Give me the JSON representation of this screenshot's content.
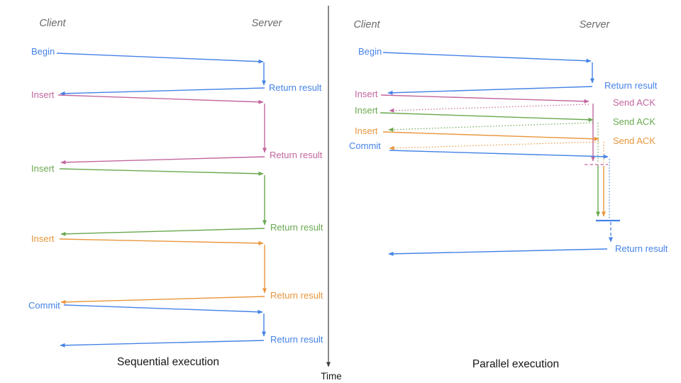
{
  "diagram": {
    "time_axis_label": "Time",
    "colors": {
      "blue": "#4583e6",
      "pink": "#c2669e",
      "green": "#69a84f",
      "orange": "#e8963c",
      "gray": "#6b6b6b",
      "axis": "#3d3d3d"
    },
    "sequential": {
      "caption": "Sequential execution",
      "client_header": "Client",
      "server_header": "Server",
      "operations": [
        {
          "name": "Begin",
          "color": "blue",
          "response": "Return result"
        },
        {
          "name": "Insert",
          "color": "pink",
          "response": "Return result"
        },
        {
          "name": "Insert",
          "color": "green",
          "response": "Return result"
        },
        {
          "name": "Insert",
          "color": "orange",
          "response": "Return result"
        },
        {
          "name": "Commit",
          "color": "blue",
          "response": "Return result"
        }
      ]
    },
    "parallel": {
      "caption": "Parallel execution",
      "client_header": "Client",
      "server_header": "Server",
      "operations": [
        {
          "name": "Begin",
          "color": "blue",
          "response": "Return result"
        },
        {
          "name": "Insert",
          "color": "pink",
          "response": "Send ACK"
        },
        {
          "name": "Insert",
          "color": "green",
          "response": "Send ACK"
        },
        {
          "name": "Insert",
          "color": "orange",
          "response": "Send ACK"
        },
        {
          "name": "Commit",
          "color": "blue",
          "response": "Return result"
        }
      ]
    }
  }
}
